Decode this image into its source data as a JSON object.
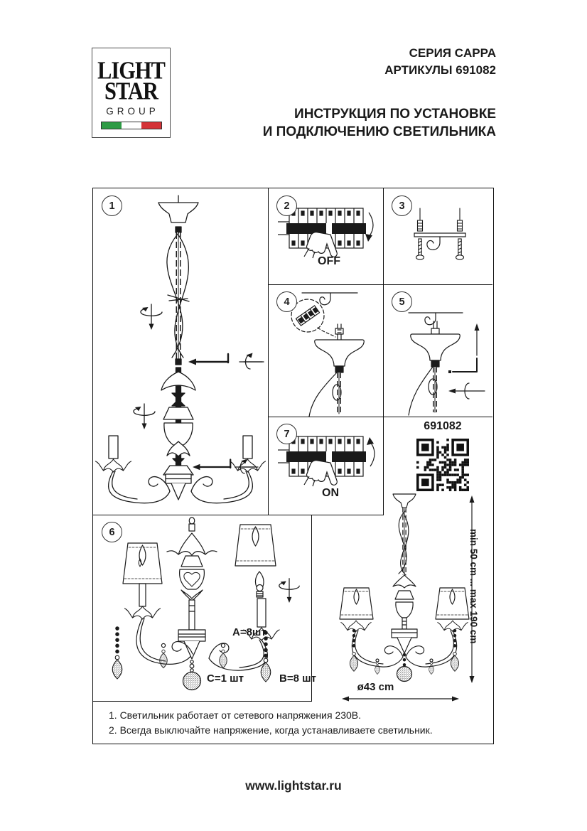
{
  "page": {
    "logo": {
      "line1": "LIGHT",
      "line2": "STAR",
      "line3": "GROUP",
      "flag_green": "#2e9b45",
      "flag_white": "#ffffff",
      "flag_red": "#d43237"
    },
    "header": {
      "series": "СЕРИЯ CAPPA",
      "articles": "АРТИКУЛЫ 691082",
      "instruction_line1": "ИНСТРУКЦИЯ ПО УСТАНОВКЕ",
      "instruction_line2": "И ПОДКЛЮЧЕНИЮ СВЕТИЛЬНИКА"
    },
    "steps": {
      "s1": {
        "number": "1"
      },
      "s2": {
        "number": "2",
        "label": "OFF"
      },
      "s3": {
        "number": "3"
      },
      "s4": {
        "number": "4"
      },
      "s5": {
        "number": "5"
      },
      "s6": {
        "number": "6",
        "labels": {
          "a": "A=8шт",
          "c": "C=1 шт",
          "b": "B=8 шт"
        }
      },
      "s7": {
        "number": "7",
        "label": "ON"
      }
    },
    "qr": {
      "article": "691082"
    },
    "dimensions": {
      "height_range": "min 50 cm ... max 190 cm",
      "diameter": "ø43 cm"
    },
    "notes": [
      "1. Светильник работает от сетевого напряжения 230В.",
      "2. Всегда выключайте напряжение, когда устанавливаете светильник."
    ],
    "footer": {
      "url": "www.lightstar.ru"
    }
  }
}
